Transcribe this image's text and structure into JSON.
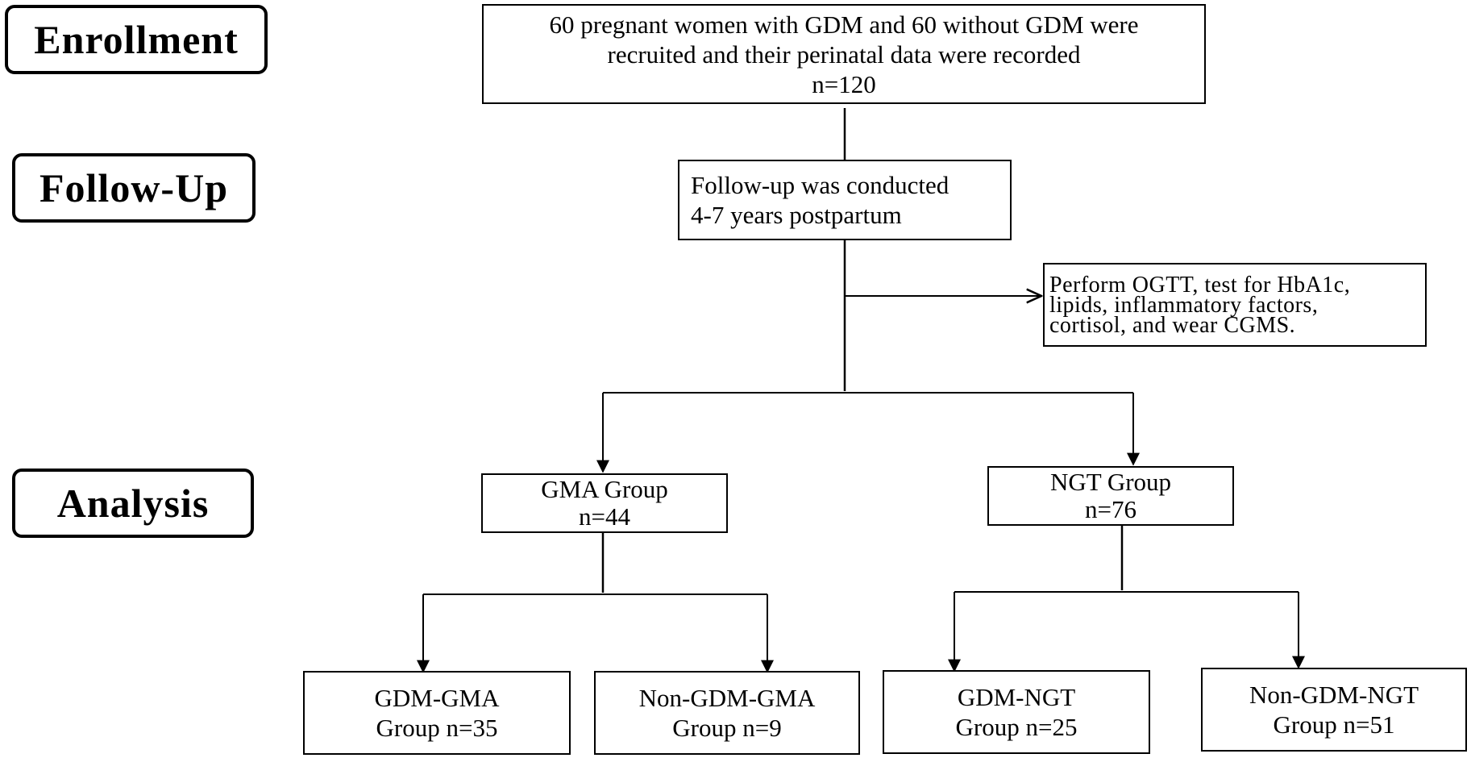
{
  "stages": {
    "enrollment": "Enrollment",
    "follow_up": "Follow-Up",
    "analysis": "Analysis"
  },
  "boxes": {
    "enrollment": {
      "line1": "60 pregnant women with GDM and 60 without GDM were",
      "line2": "recruited and their perinatal data were recorded",
      "line3": "n=120"
    },
    "follow_up": {
      "line1": "Follow-up was conducted",
      "line2": "4-7 years postpartum"
    },
    "tests": {
      "line1": "Perform OGTT, test for HbA1c,",
      "line2": "lipids, inflammatory factors,",
      "line3": "cortisol, and wear CGMS."
    },
    "gma_group": {
      "line1": "GMA Group",
      "line2": "n=44"
    },
    "ngt_group": {
      "line1": "NGT Group",
      "line2": "n=76"
    },
    "gdm_gma": {
      "line1": "GDM-GMA",
      "line2": "Group n=35"
    },
    "non_gdm_gma": {
      "line1": "Non-GDM-GMA",
      "line2": "Group n=9"
    },
    "gdm_ngt": {
      "line1": "GDM-NGT",
      "line2": "Group n=25"
    },
    "non_gdm_ngt": {
      "line1": "Non-GDM-NGT",
      "line2": "Group n=51"
    }
  }
}
